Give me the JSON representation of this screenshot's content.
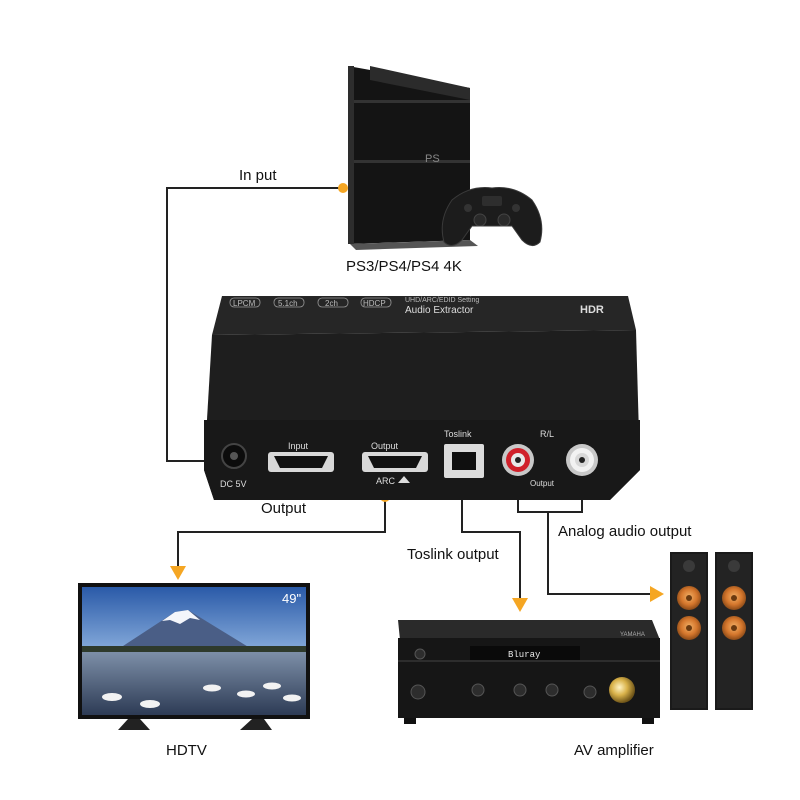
{
  "labels": {
    "input": "In put",
    "console": "PS3/PS4/PS4 4K",
    "output": "Output",
    "toslink_output": "Toslink output",
    "analog_audio_output": "Analog audio output",
    "hdtv": "HDTV",
    "av_amplifier": "AV amplifier"
  },
  "device": {
    "top_title": "HDR",
    "top_subtitle": "Audio Extractor",
    "top_caption": "UHD/ARC/EDID Setting",
    "top_badges": [
      "LPCM",
      "5.1ch",
      "2ch",
      "HDCP",
      "HDR"
    ],
    "dc_label": "DC 5V",
    "input_port_label": "Input",
    "output_port_label": "Output",
    "arc_label": "ARC",
    "toslink_label": "Toslink",
    "rl_label": "R/L",
    "analog_output_label": "Output"
  },
  "tv": {
    "size_badge": "49\""
  },
  "console_controller": {
    "logo": "PS"
  },
  "amplifier": {
    "display_text": "Bluray",
    "brand": "YAMAHA"
  },
  "colors": {
    "connector_dot": "#f5a623",
    "arrow": "#f5a623",
    "line": "#222222",
    "device_body": "#1e1e1e",
    "rca_red": "#d0202a",
    "speaker_cone": "#d4762c"
  },
  "icons": {
    "input_dot": "dot-icon",
    "arrowheads": "arrow-icon"
  }
}
